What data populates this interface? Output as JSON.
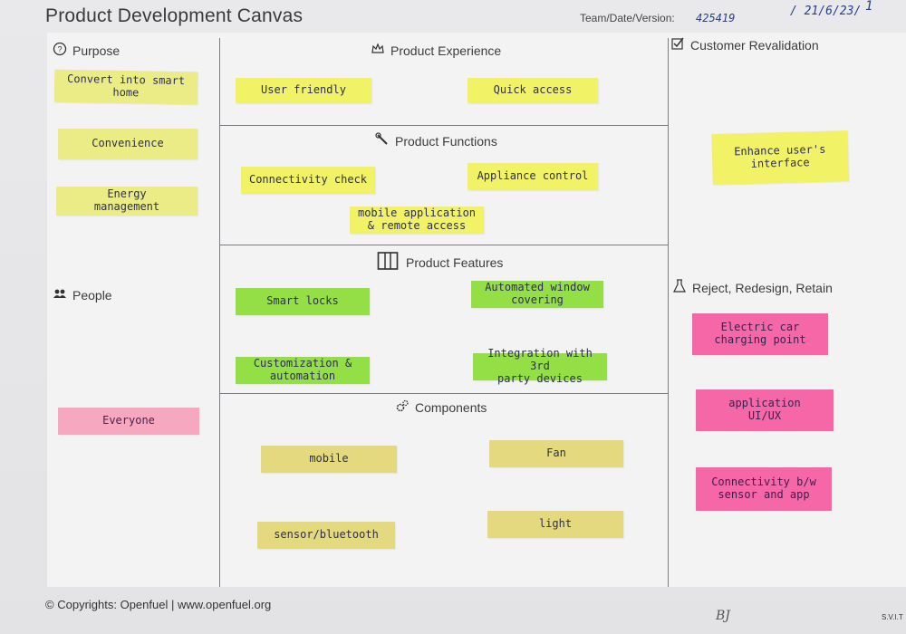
{
  "header": {
    "title": "Product Development Canvas",
    "team_label": "Team/Date/Version:",
    "team_id": "425419",
    "date": "/ 21/6/23/",
    "version": "1"
  },
  "sections": {
    "purpose": "Purpose",
    "people": "People",
    "product_experience": "Product Experience",
    "product_functions": "Product Functions",
    "product_features": "Product Features",
    "components": "Components",
    "customer_revalidation": "Customer Revalidation",
    "reject_redesign_retain": "Reject, Redesign, Retain"
  },
  "notes": {
    "purpose": [
      "Convert into smart\nhome",
      "Convenience",
      "Energy\nmanagement"
    ],
    "people": [
      "Everyone"
    ],
    "experience": [
      "User friendly",
      "Quick access"
    ],
    "functions": [
      "Connectivity check",
      "Appliance control",
      "mobile application\n& remote access"
    ],
    "features": [
      "Smart locks",
      "Automated window\ncovering",
      "Customization &\nautomation",
      "Integration with 3rd\nparty devices"
    ],
    "components": [
      "mobile",
      "Fan",
      "sensor/bluetooth",
      "light"
    ],
    "revalidation": [
      "Enhance user's\ninterface"
    ],
    "reject": [
      "Electric car\ncharging point",
      "application\nUI/UX",
      "Connectivity b/w\nsensor and app"
    ]
  },
  "footer": {
    "copyright": "Copyrights: Openfuel | www.openfuel.org",
    "signature": "BJ",
    "institute": "S.V.I.T"
  },
  "icons": [
    "help-circle-icon",
    "crown-icon",
    "wrench-icon",
    "columns-icon",
    "gears-icon",
    "checkbox-icon",
    "flask-icon",
    "people-icon",
    "copyright-icon"
  ]
}
